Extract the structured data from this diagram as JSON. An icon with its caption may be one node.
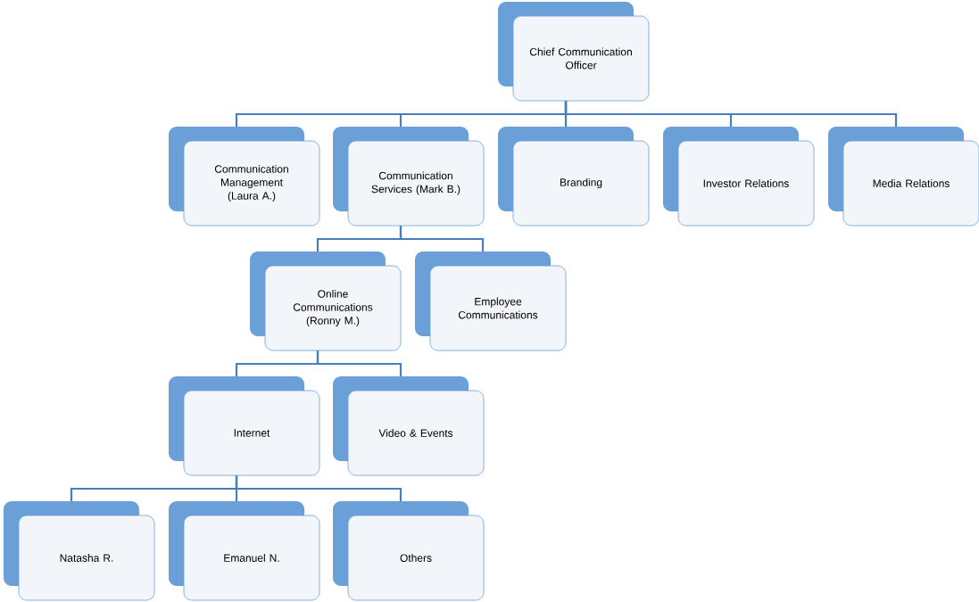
{
  "diagram": {
    "nodes": [
      {
        "text": [
          "Chief Communication Officer"
        ]
      },
      {
        "text": [
          "Communication Management (Laura A.)"
        ]
      },
      {
        "text": [
          "Communication Services (Mark B.)"
        ]
      },
      {
        "text": [
          "Branding"
        ]
      },
      {
        "text": [
          "Investor Relations"
        ]
      },
      {
        "text": [
          "Media Relations"
        ]
      },
      {
        "text": [
          "Online Communications (Ronny M.)"
        ]
      },
      {
        "text": [
          "Employee Communications"
        ]
      },
      {
        "text": [
          "Internet"
        ]
      },
      {
        "text": [
          "Video & Events"
        ]
      },
      {
        "text": [
          "Natasha R."
        ]
      },
      {
        "text": [
          "Emanuel N."
        ]
      },
      {
        "text": [
          "Others"
        ]
      }
    ],
    "edges": [
      {
        "from": 0,
        "to": 1,
        "arrow": "none"
      },
      {
        "from": 0,
        "to": 2,
        "arrow": "none"
      },
      {
        "from": 0,
        "to": 3,
        "arrow": "none"
      },
      {
        "from": 0,
        "to": 4,
        "arrow": "none"
      },
      {
        "from": 0,
        "to": 5,
        "arrow": "none"
      },
      {
        "from": 2,
        "to": 6,
        "arrow": "none"
      },
      {
        "from": 2,
        "to": 7,
        "arrow": "none"
      },
      {
        "from": 6,
        "to": 8,
        "arrow": "none"
      },
      {
        "from": 6,
        "to": 9,
        "arrow": "none"
      },
      {
        "from": 8,
        "to": 10,
        "arrow": "none"
      },
      {
        "from": 8,
        "to": 11,
        "arrow": "none"
      },
      {
        "from": 8,
        "to": 12,
        "arrow": "none"
      }
    ]
  }
}
